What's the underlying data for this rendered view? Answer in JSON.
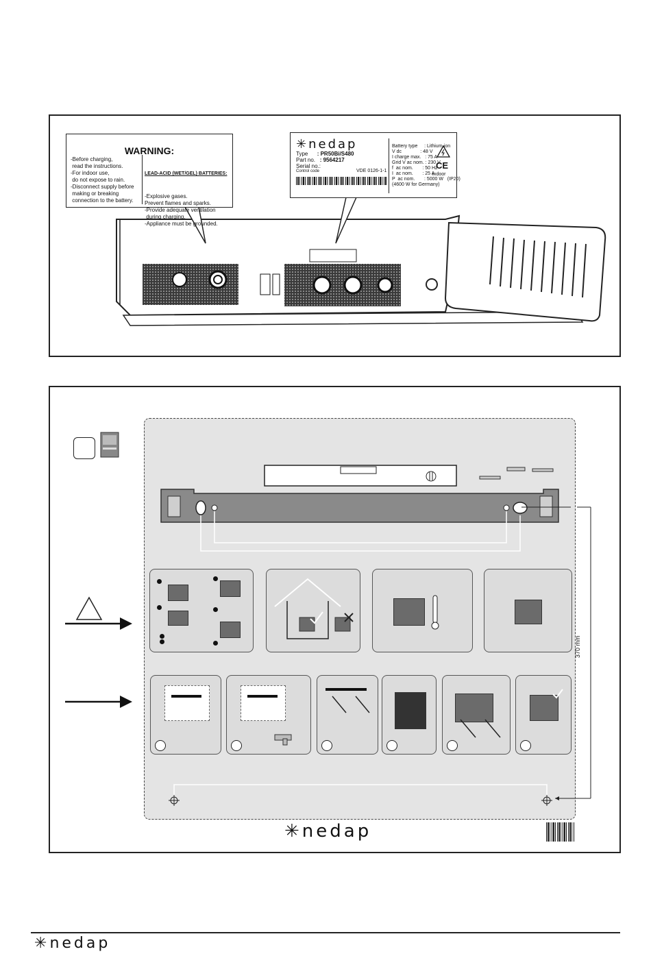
{
  "warning_label": {
    "title": "WARNING:",
    "left_text": "-Before charging,\n read the instructions.\n-For indoor use,\n do not expose to rain.\n-Disconnect supply before\n making or breaking\n connection to the battery.",
    "right_heading": "LEAD-ACID (WET/GEL) BATTERIES:",
    "right_text": "-Explosive gases.\nPrevent flames and sparks.\n-Provide adequate ventilation\n during charging.\n-Appliance must be grounded."
  },
  "rating_label": {
    "brand": "nedap",
    "type_label": "Type",
    "type_value": ": PR50Bi/S480",
    "part_label": "Part no.",
    "part_value": ": 9564217",
    "serial_label": "Serial no.:",
    "control_label": "Control code",
    "vde": "VDE 0126-1-1",
    "specs": "Battery type     : Lithium-ion\nV dc              : 48 V\nI charge max.   : 75 A\nGrid V ac nom. : 230 V\nf  ac nom.       : 50 Hz\nI  ac nom.       : 25 A\nP  ac nom.       : 5000 W   (IP20)\n(4600 W for Germany)",
    "indoor": "indoor",
    "ce": "CE"
  },
  "install_diagram": {
    "dimension_label": "370 mm",
    "brand": "nedap",
    "steps": [
      "",
      "",
      "",
      "",
      "",
      ""
    ]
  },
  "footer": {
    "brand": "nedap"
  },
  "colors": {
    "frame": "#222222",
    "panel_background": "#e4e4e4",
    "bracket": "#8a8a8a"
  }
}
